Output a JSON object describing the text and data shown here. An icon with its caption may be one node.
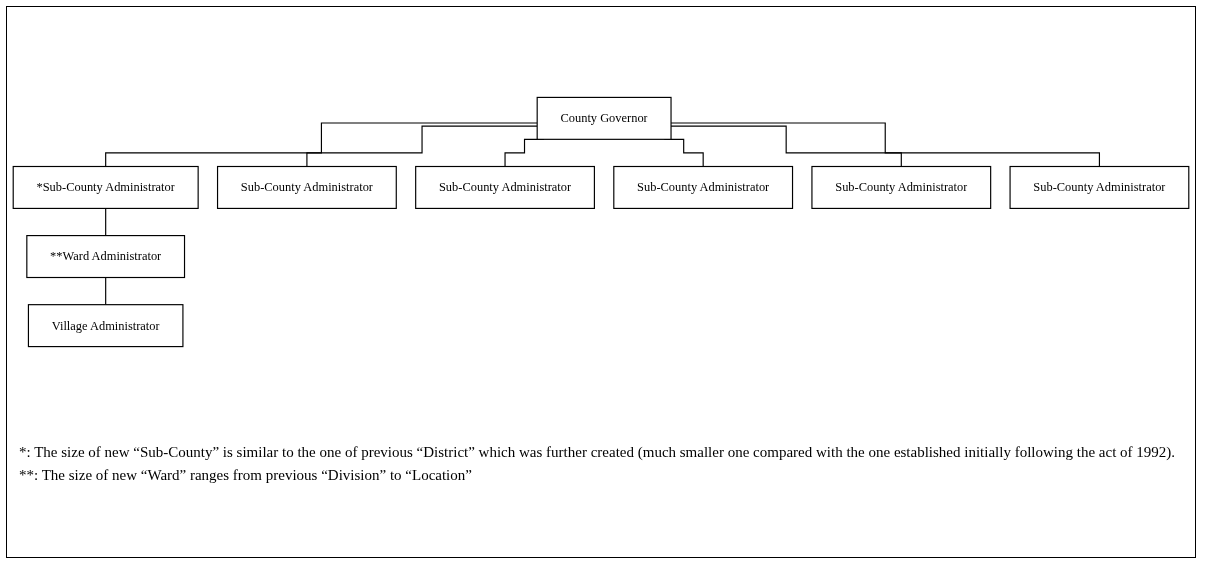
{
  "diagram": {
    "nodes": [
      {
        "text": [
          "County Governor"
        ]
      },
      {
        "text": [
          "*Sub-County Administrator"
        ]
      },
      {
        "text": [
          "Sub-County Administrator"
        ]
      },
      {
        "text": [
          "Sub-County Administrator"
        ]
      },
      {
        "text": [
          "Sub-County Administrator"
        ]
      },
      {
        "text": [
          "Sub-County Administrator"
        ]
      },
      {
        "text": [
          "Sub-County Administrator"
        ]
      },
      {
        "text": [
          "**Ward Administrator"
        ]
      },
      {
        "text": [
          "Village Administrator"
        ]
      }
    ],
    "edges": [
      {
        "from": 0,
        "to": 1,
        "arrow": "none"
      },
      {
        "from": 0,
        "to": 2,
        "arrow": "none"
      },
      {
        "from": 0,
        "to": 3,
        "arrow": "none"
      },
      {
        "from": 0,
        "to": 4,
        "arrow": "none"
      },
      {
        "from": 0,
        "to": 5,
        "arrow": "none"
      },
      {
        "from": 0,
        "to": 6,
        "arrow": "none"
      },
      {
        "from": 1,
        "to": 7,
        "arrow": "none"
      },
      {
        "from": 7,
        "to": 8,
        "arrow": "none"
      }
    ],
    "labels": [
      "*: The size of new “Sub-County” is similar to the one of previous “District” which was further created (much smaller one compared with the one established initially following the act of 1992).",
      "**: The size of new “Ward” ranges from previous “Division” to “Location”"
    ]
  }
}
